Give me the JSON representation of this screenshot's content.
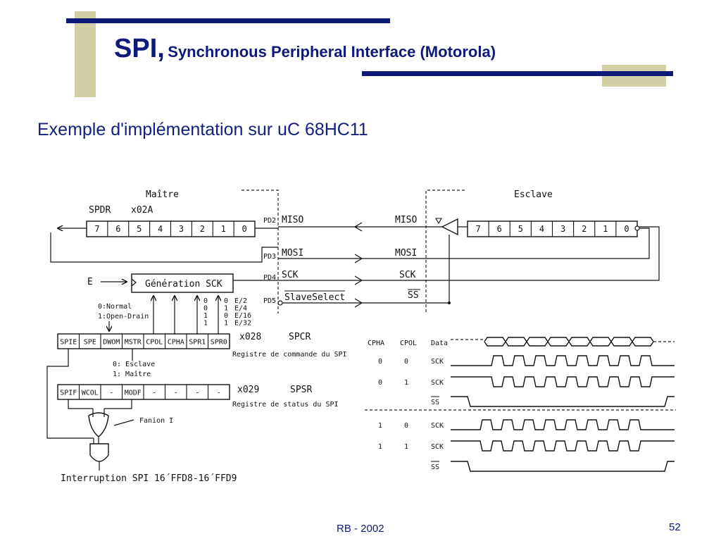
{
  "slide": {
    "title_main": "SPI,",
    "title_sub": "Synchronous Peripheral Interface (Motorola)",
    "subtitle": "Exemple d'implémentation sur uC 68HC11",
    "footer": "RB - 2002",
    "page_number": "52"
  },
  "diagram": {
    "master_label": "Maître",
    "slave_label": "Esclave",
    "spdr_label": "SPDR",
    "spdr_addr": "x02A",
    "shift_bits": [
      "7",
      "6",
      "5",
      "4",
      "3",
      "2",
      "1",
      "0"
    ],
    "pins": [
      "PD2",
      "PD3",
      "PD4",
      "PD5"
    ],
    "signals_master": [
      "MISO",
      "MOSI",
      "SCK",
      "SlaveSelect"
    ],
    "signals_slave": [
      "MISO",
      "MOSI",
      "SCK",
      "SS"
    ],
    "e_label": "E",
    "sck_gen_label": "Génération SCK",
    "od_lines": [
      "0:Normal",
      "1:Open-Drain"
    ],
    "div_table": [
      [
        "0",
        "0",
        "E/2"
      ],
      [
        "0",
        "1",
        "E/4"
      ],
      [
        "1",
        "0",
        "E/16"
      ],
      [
        "1",
        "1",
        "E/32"
      ]
    ],
    "spcr_bits": [
      "SPIE",
      "SPE",
      "DWOM",
      "MSTR",
      "CPOL",
      "CPHA",
      "SPR1",
      "SPR0"
    ],
    "spcr_addr": "x028",
    "spcr_name": "SPCR",
    "spcr_desc": "Registre de commande du SPI",
    "mode_lines": [
      "0: Esclave",
      "1: Maître"
    ],
    "spsr_bits": [
      "SPIF",
      "WCOL",
      "-",
      "MODF",
      "-",
      "-",
      "-",
      "-"
    ],
    "spsr_addr": "x029",
    "spsr_name": "SPSR",
    "spsr_desc": "Registre de status du SPI",
    "flag_label": "Fanion I",
    "interrupt_label": "Interruption  SPI  16´FFD8-16´FFD9"
  },
  "timing": {
    "headers": [
      "CPHA",
      "CPOL",
      "Data"
    ],
    "rows": [
      {
        "cpha": "0",
        "cpol": "0",
        "signal": "SCK"
      },
      {
        "cpha": "0",
        "cpol": "1",
        "signal": "SCK"
      },
      {
        "cpha": "",
        "cpol": "",
        "signal": "SS"
      },
      {
        "cpha": "1",
        "cpol": "0",
        "signal": "SCK"
      },
      {
        "cpha": "1",
        "cpol": "1",
        "signal": "SCK"
      },
      {
        "cpha": "",
        "cpol": "",
        "signal": "SS"
      }
    ]
  },
  "colors": {
    "title_blue": "#0f1a78",
    "accent_tan": "#d1cfa3",
    "subtitle_blue": "#14207a"
  }
}
